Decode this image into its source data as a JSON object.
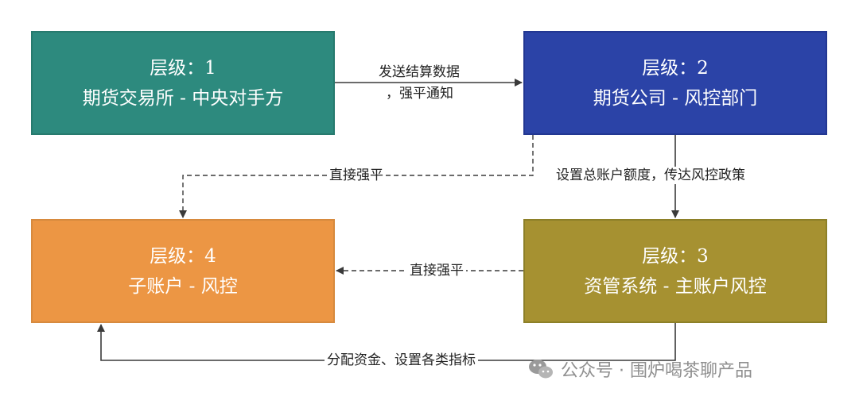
{
  "colors": {
    "level1": "#2d8a7e",
    "level2": "#2b43a7",
    "level3": "#a69131",
    "level4": "#ec9644"
  },
  "boxes": {
    "level1": {
      "title": "层级：1",
      "subtitle": "期货交易所 - 中央对手方"
    },
    "level2": {
      "title": "层级：2",
      "subtitle": "期货公司 - 风控部门"
    },
    "level3": {
      "title": "层级：3",
      "subtitle": "资管系统 - 主账户风控"
    },
    "level4": {
      "title": "层级：4",
      "subtitle": "子账户 - 风控"
    }
  },
  "edges": {
    "e1_line1": "发送结算数据",
    "e1_line2": "，强平通知",
    "e2": "直接强平",
    "e3": "设置总账户额度，传达风控政策",
    "e4": "直接强平",
    "e5": "分配资金、设置各类指标"
  },
  "watermark": {
    "icon": "wechat-icon",
    "text": "公众号 · 围炉喝茶聊产品"
  }
}
